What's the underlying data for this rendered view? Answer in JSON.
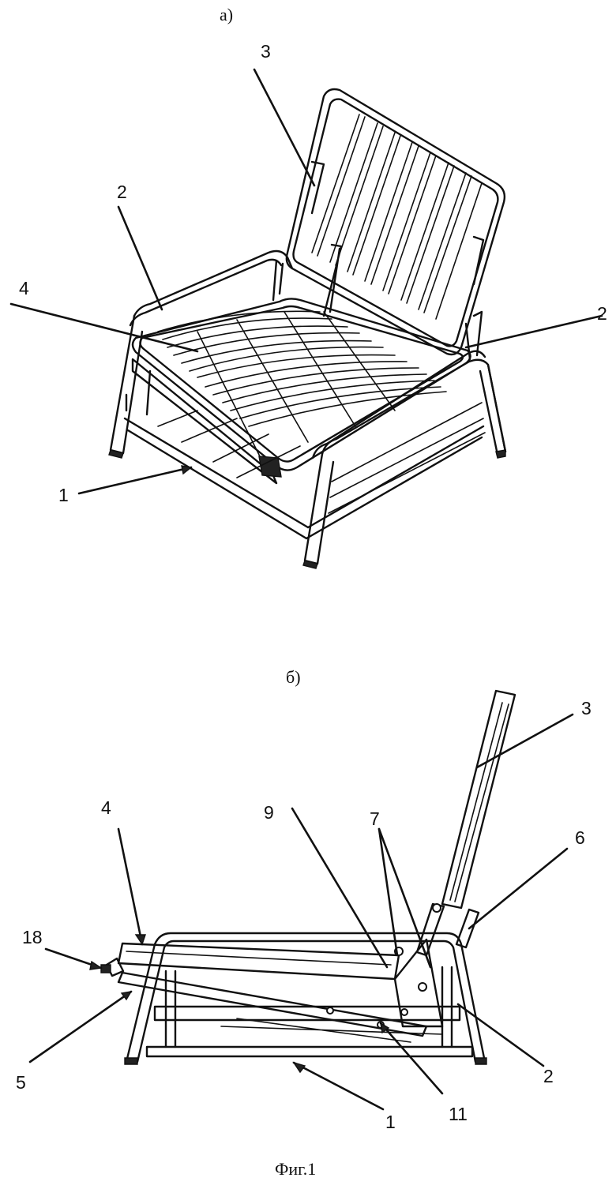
{
  "figure_a": {
    "caption": "а)",
    "callouts": [
      "3",
      "2",
      "4",
      "2",
      "1"
    ]
  },
  "figure_b": {
    "caption": "б)",
    "callouts": [
      "3",
      "4",
      "9",
      "7",
      "6",
      "18",
      "5",
      "2",
      "1",
      "11"
    ]
  },
  "figure_caption": "Фиг.1"
}
